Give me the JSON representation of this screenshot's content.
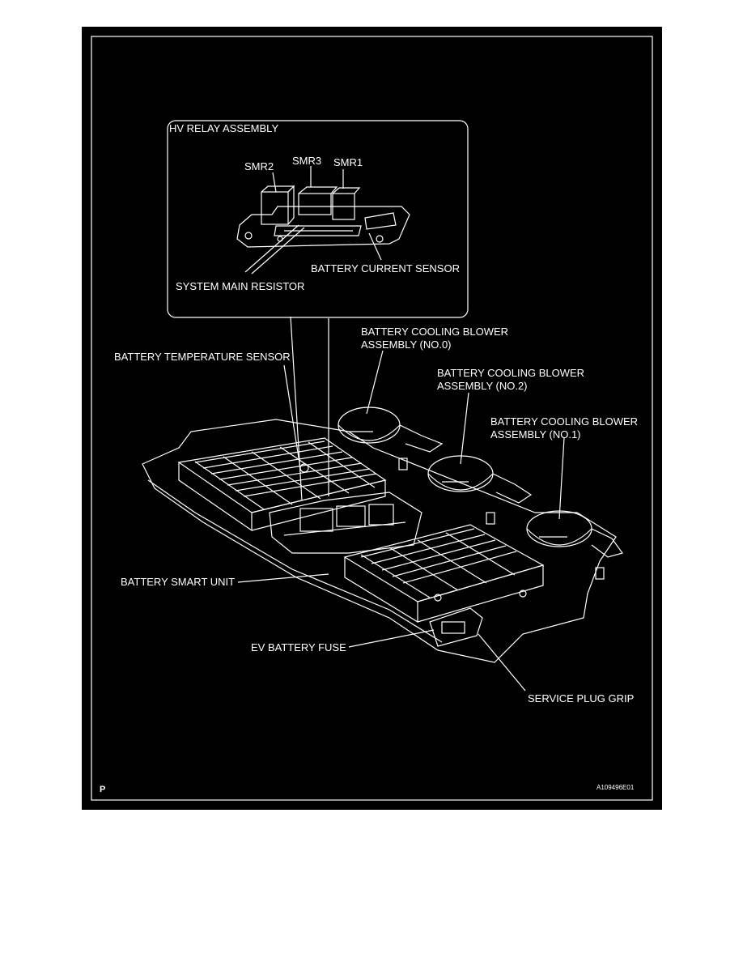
{
  "figure": {
    "inset_title": "HV RELAY ASSEMBLY",
    "labels": {
      "smr2": "SMR2",
      "smr3": "SMR3",
      "smr1": "SMR1",
      "battery_current_sensor": "BATTERY CURRENT SENSOR",
      "system_main_resistor": "SYSTEM MAIN RESISTOR",
      "blower_no0": "BATTERY COOLING BLOWER\nASSEMBLY (NO.0)",
      "battery_temperature_sensor": "BATTERY TEMPERATURE SENSOR",
      "blower_no2": "BATTERY COOLING BLOWER\nASSEMBLY (NO.2)",
      "blower_no1": "BATTERY COOLING BLOWER\nASSEMBLY (NO.1)",
      "battery_smart_unit": "BATTERY SMART UNIT",
      "ev_battery_fuse": "EV BATTERY FUSE",
      "service_plug_grip": "SERVICE PLUG GRIP"
    },
    "corner_mark": "P",
    "figure_code": "A109496E01",
    "colors": {
      "background": "#000000",
      "line": "#ffffff"
    }
  }
}
